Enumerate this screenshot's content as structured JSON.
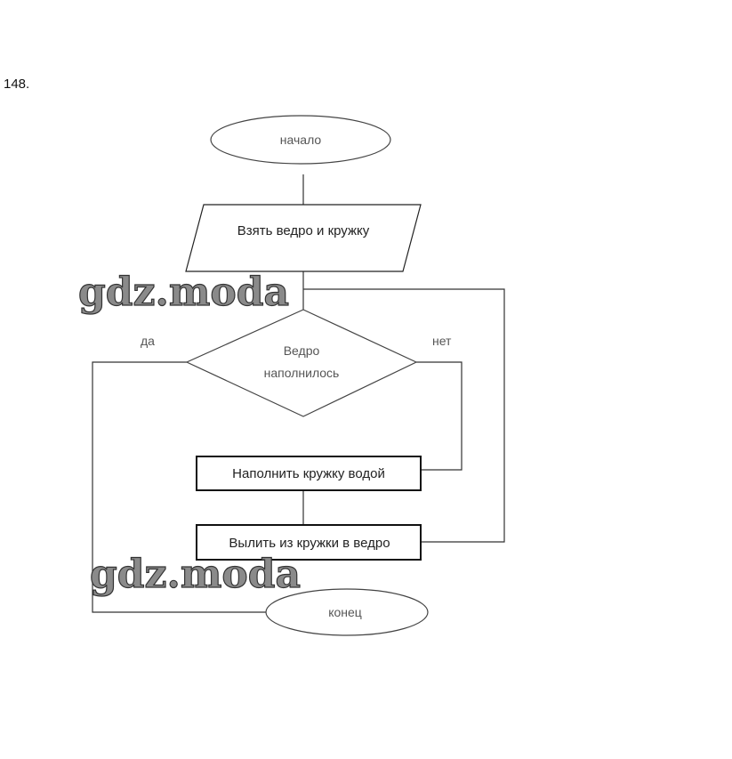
{
  "problem_number": "148.",
  "flowchart": {
    "start_label": "начало",
    "input_label": "Взять ведро и кружку",
    "decision_line1": "Ведро",
    "decision_line2": "наполнилось",
    "yes_label": "да",
    "no_label": "нет",
    "process1_label": "Наполнить кружку водой",
    "process2_label": "Вылить из кружки в ведро",
    "end_label": "конец"
  },
  "watermark": "gdz.moda"
}
